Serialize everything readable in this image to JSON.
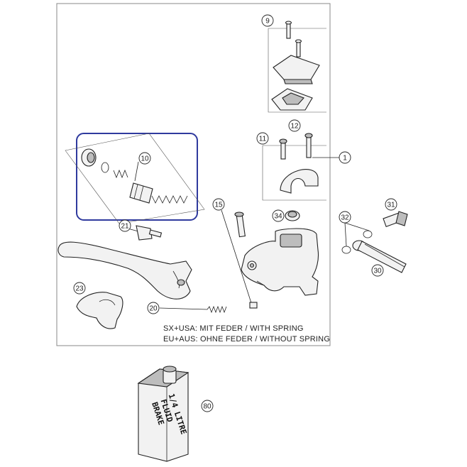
{
  "callouts": {
    "c1": "1",
    "c9": "9",
    "c10": "10",
    "c11": "11",
    "c12": "12",
    "c15": "15",
    "c20": "20",
    "c21": "21",
    "c23": "23",
    "c30": "30",
    "c31": "31",
    "c32": "32",
    "c34": "34",
    "c80": "80"
  },
  "notes": {
    "line1": "SX+USA:  MIT FEDER / WITH SPRING",
    "line2": "EU+AUS:  OHNE FEDER / WITHOUT SPRING"
  },
  "bottle": {
    "l1": "BRAKE",
    "l2": "FLUID",
    "l3": "1/4 LITRE"
  },
  "colors": {
    "highlight": "#2f3a9e",
    "outline": "#222222",
    "frame": "#888888"
  }
}
